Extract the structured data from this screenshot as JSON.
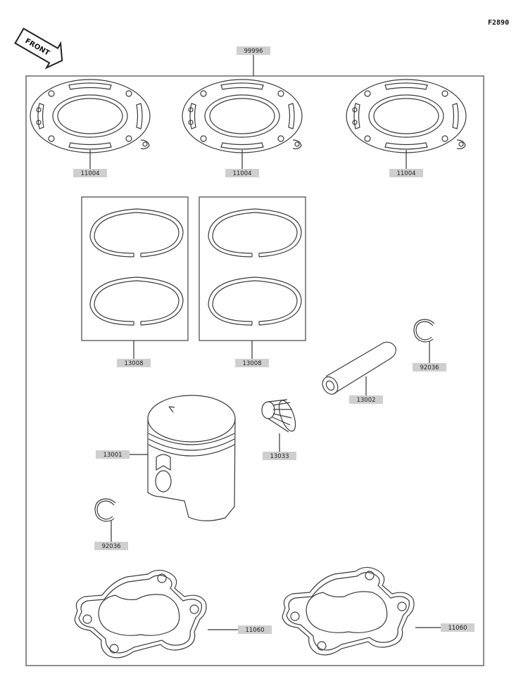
{
  "diagram_code": "F2890",
  "front_arrow_text": "FRONT",
  "kit_label": "99996",
  "labels": {
    "head_gasket_1": "11004",
    "head_gasket_2": "11004",
    "head_gasket_3": "11004",
    "ring_set_1": "13008",
    "ring_set_2": "13008",
    "snap_ring_right": "92036",
    "piston_pin": "13002",
    "needle_bearing": "13033",
    "piston": "13001",
    "snap_ring_left": "92036",
    "base_gasket_1": "11060",
    "base_gasket_2": "11060"
  },
  "colors": {
    "label_fill": "#cfcfcf",
    "line": "#3a3a3a"
  }
}
